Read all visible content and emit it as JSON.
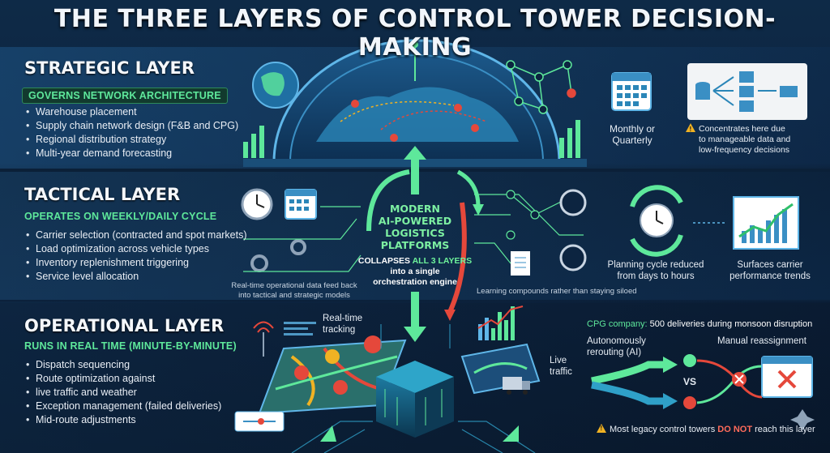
{
  "title": "THE THREE LAYERS OF CONTROL TOWER DECISION-MAKING",
  "strategic": {
    "title": "STRATEGIC LAYER",
    "tag": "GOVERNS NETWORK ARCHITECTURE",
    "items": [
      "Warehouse placement",
      "Supply chain network design (F&B and CPG)",
      "Regional distribution strategy",
      "Multi-year demand forecasting"
    ],
    "cadence": [
      "Monthly or",
      "Quarterly"
    ],
    "note": [
      "Concentrates here due",
      "to manageable data and",
      "low-frequency decisions"
    ]
  },
  "tactical": {
    "title": "TACTICAL LAYER",
    "tag": "OPERATES ON WEEKLY/DAILY CYCLE",
    "items": [
      "Carrier selection (contracted and spot markets)",
      "Load optimization across vehicle types",
      "Inventory replenishment triggering",
      "Service level allocation"
    ],
    "feedback": [
      "Real-time operational data feed back",
      "into tactical and strategic models"
    ],
    "learning": "Learning compounds rather than staying siloed",
    "planning": [
      "Planning cycle reduced",
      "from days to hours"
    ],
    "surfaces": [
      "Surfaces carrier",
      "performance trends"
    ]
  },
  "center": {
    "lines": [
      "MODERN",
      "AI-POWERED",
      "LOGISTICS",
      "PLATFORMS"
    ],
    "collapse_pre": "COLLAPSES ",
    "collapse_hl": "ALL 3 LAYERS",
    "collapse_post": [
      "into a single",
      "orchestration engine"
    ]
  },
  "operational": {
    "title": "OPERATIONAL LAYER",
    "tag": "RUNS IN REAL TIME (MINUTE-BY-MINUTE)",
    "items": [
      "Dispatch sequencing",
      "Route optimization against",
      "live traffic and weather",
      "Exception management (failed deliveries)",
      "Mid-route adjustments"
    ],
    "tracking": [
      "Real-time",
      "tracking"
    ],
    "traffic": [
      "Live",
      "traffic"
    ],
    "cpg_label": "CPG company:",
    "cpg_text": "500 deliveries during monsoon disruption",
    "auto": [
      "Autonomously",
      "rerouting (AI)"
    ],
    "manual": "Manual reassignment",
    "vs": "VS",
    "warning_pre": "Most legacy control towers ",
    "warning_bold": "DO NOT",
    "warning_post": " reach this layer"
  },
  "colors": {
    "accent_green": "#5ee89b",
    "alert_red": "#e5483b",
    "warning_yellow": "#f0b223",
    "bg": "#0c2440"
  }
}
